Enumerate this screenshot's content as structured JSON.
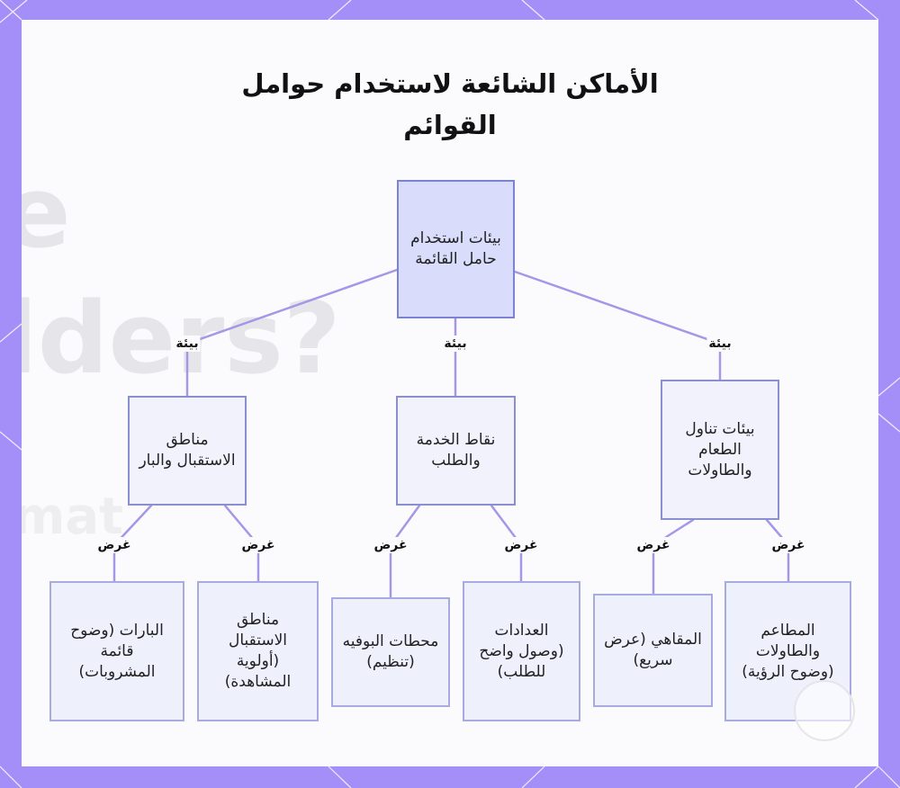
{
  "title_lines": [
    "الأماكن الشائعة لاستخدام حوامل",
    "القوائم"
  ],
  "colors": {
    "frame": "#a48ef7",
    "edge": "#a796e8",
    "node_border": "#8a90cf",
    "root_fill": "#d9dcfb"
  },
  "nodes": {
    "root": "بيئات استخدام حامل القائمة",
    "reception": "مناطق الاستقبال والبار",
    "service": "نقاط الخدمة والطلب",
    "dining": "بيئات تناول الطعام والطاولات",
    "bars": "البارات (وضوح قائمة المشروبات)",
    "reception_areas": "مناطق الاستقبال (أولوية المشاهدة)",
    "buffet": "محطات البوفيه (تنظيم)",
    "counters": "العدادات (وصول واضح للطلب)",
    "cafes": "المقاهي (عرض سريع)",
    "restaurants": "المطاعم والطاولات (وضوح الرؤية)"
  },
  "edge_labels": {
    "env": "بيئة",
    "purpose": "غرض"
  }
}
